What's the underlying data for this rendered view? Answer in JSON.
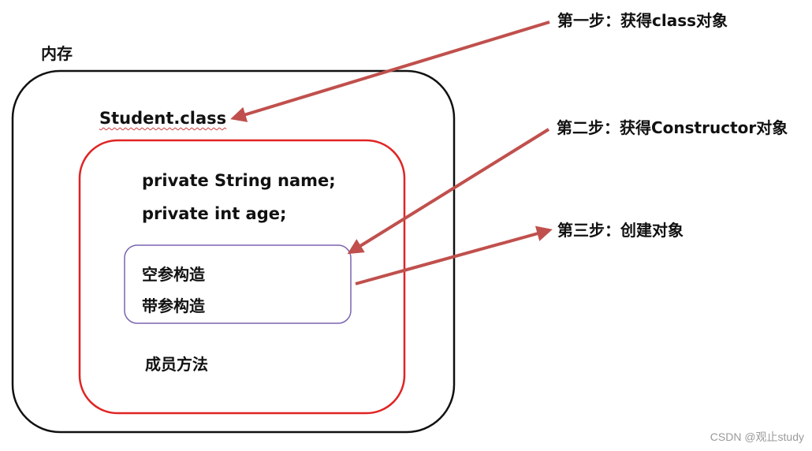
{
  "memory": {
    "title": "内存",
    "class_name": "Student.class"
  },
  "class_object": {
    "fields": [
      "private String name;",
      "private int age;"
    ],
    "methods_label": "成员方法"
  },
  "constructors": {
    "items": [
      "空参构造",
      "带参构造"
    ]
  },
  "steps": [
    "第一步：获得class对象",
    "第二步：获得Constructor对象",
    "第三步：创建对象"
  ],
  "colors": {
    "memory_border": "#111111",
    "class_border": "#e02424",
    "constructor_border": "#7a64b0",
    "arrow": "#c0504d"
  },
  "watermark": "CSDN @观止study"
}
